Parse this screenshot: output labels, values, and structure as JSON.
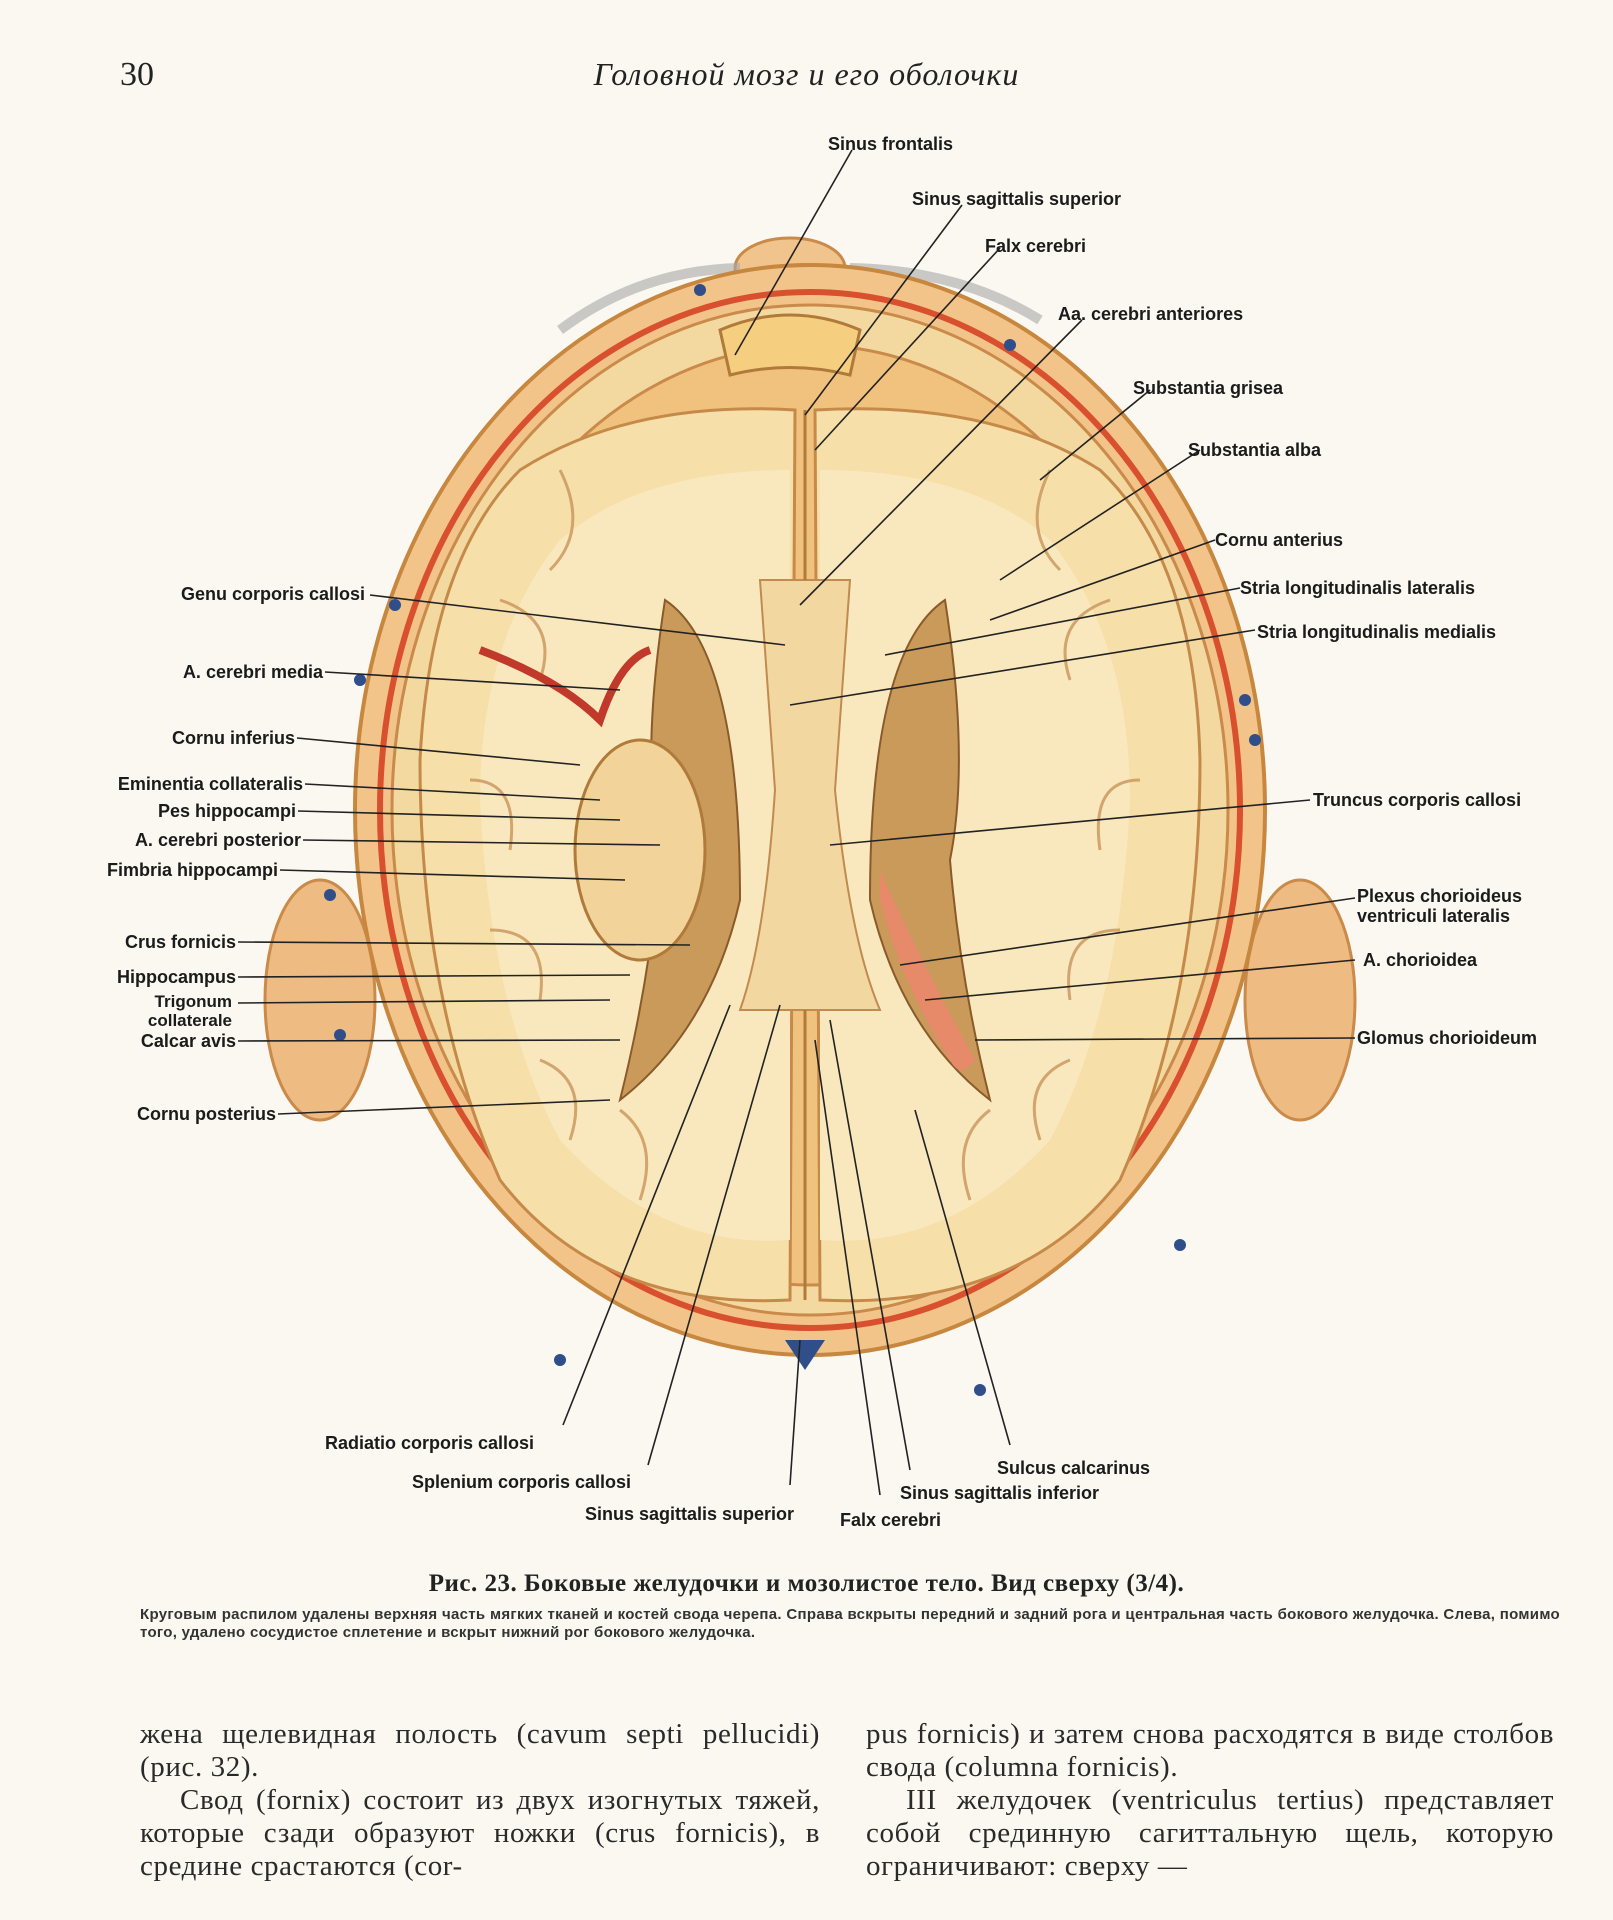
{
  "header": {
    "page_number": "30",
    "running_title": "Головной мозг и его оболочки"
  },
  "figure": {
    "labels": {
      "sinus_frontalis": "Sinus frontalis",
      "sinus_sagittalis_superior_top": "Sinus sagittalis superior",
      "falx_cerebri_top": "Falx cerebri",
      "aa_cerebri_anteriores": "Aa. cerebri anteriores",
      "substantia_grisea": "Substantia grisea",
      "substantia_alba": "Substantia alba",
      "cornu_anterius": "Cornu anterius",
      "stria_long_lateralis": "Stria longitudinalis lateralis",
      "stria_long_medialis": "Stria longitudinalis medialis",
      "truncus_corporis_callosi": "Truncus corporis callosi",
      "plexus_line1": "Plexus chorioideus",
      "plexus_line2": "ventriculi lateralis",
      "a_chorioidea": "A. chorioidea",
      "glomus_chorioideum": "Glomus chorioideum",
      "genu_corporis_callosi": "Genu corporis callosi",
      "a_cerebri_media": "A. cerebri media",
      "cornu_inferius": "Cornu inferius",
      "eminentia_collateralis": "Eminentia collateralis",
      "pes_hippocampi": "Pes hippocampi",
      "a_cerebri_posterior": "A. cerebri posterior",
      "fimbria_hippocampi": "Fimbria hippocampi",
      "crus_fornicis": "Crus fornicis",
      "hippocampus": "Hippocampus",
      "trigonum_line1": "Trigonum",
      "trigonum_line2": "collaterale",
      "calcar_avis": "Calcar avis",
      "cornu_posterius": "Cornu posterius",
      "radiatio_corporis_callosi": "Radiatio corporis callosi",
      "splenium_corporis_callosi": "Splenium corporis callosi",
      "sinus_sagittalis_superior_bottom": "Sinus sagittalis superior",
      "falx_cerebri_bottom": "Falx cerebri",
      "sinus_sagittalis_inferior": "Sinus sagittalis inferior",
      "sulcus_calcarinus": "Sulcus calcarinus"
    },
    "colors": {
      "skin": "#f2c48a",
      "bone": "#f3d9a0",
      "dura_red": "#d9502e",
      "brain": "#f6dfa8",
      "white_matter": "#f8e6b8",
      "ventricle_shadow": "#b98a4a",
      "vessel_blue": "#2f4e8a",
      "plexus": "#e68a6a"
    }
  },
  "caption": {
    "title": "Рис. 23. Боковые желудочки и мозолистое тело. Вид сверху (3/4).",
    "body": "Круговым распилом удалены верхняя часть мягких тканей и костей свода черепа. Справа вскрыты передний и задний рога и центральная часть бокового желудочка. Слева, помимо того, удалено сосудистое сплетение и вскрыт нижний рог бокового желудочка."
  },
  "text": {
    "left_p1": "жена щелевидная полость (cavum septi pellucidi) (рис. 32).",
    "left_p2": "Свод (fornix) состоит из двух изогнутых тяжей, которые сзади образуют ножки (crus fornicis), в средине срастаются (cor-",
    "right_p1": "pus fornicis) и затем снова расходятся в виде столбов свода (columna fornicis).",
    "right_p2": "III желудочек (ventriculus tertius) представляет собой срединную сагиттальную щель, которую ограничивают: сверху —"
  }
}
